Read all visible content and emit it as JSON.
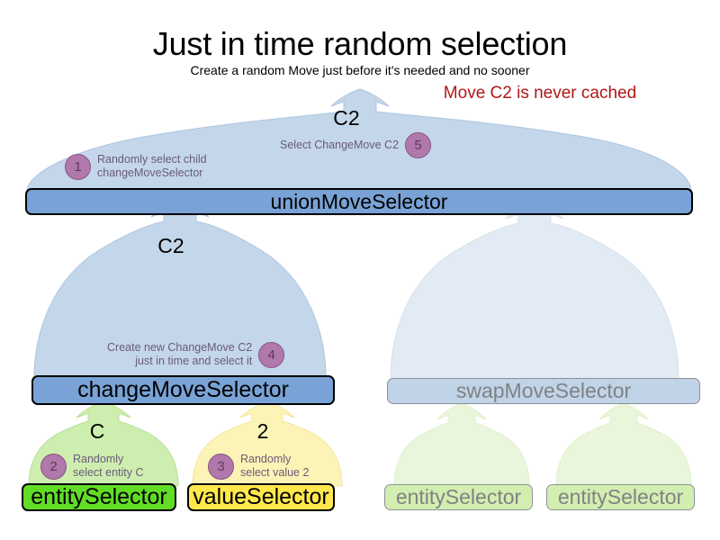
{
  "header": {
    "title": "Just in time random selection",
    "subtitle": "Create a random Move just before it's needed and no sooner",
    "note": "Move C2 is never cached",
    "note_color": "#b01717"
  },
  "diagram": {
    "nodes": {
      "union_move_selector": "unionMoveSelector",
      "change_move_selector": "changeMoveSelector",
      "swap_move_selector": "swapMoveSelector",
      "entity_selector_c": "entitySelector",
      "value_selector_2": "valueSelector",
      "entity_selector_right_1": "entitySelector",
      "entity_selector_right_2": "entitySelector"
    },
    "flow_labels": {
      "union_output": "C2",
      "change_output": "C2",
      "entity_output": "C",
      "value_output": "2"
    },
    "steps": [
      {
        "number": "1",
        "text": "Randomly select child\nchangeMoveSelector"
      },
      {
        "number": "2",
        "text": "Randomly\nselect entity C"
      },
      {
        "number": "3",
        "text": "Randomly\nselect value 2"
      },
      {
        "number": "4",
        "text": "Create new ChangeMove C2\njust in time and select it"
      },
      {
        "number": "5",
        "text": "Select ChangeMove C2"
      }
    ],
    "colors": {
      "active_blue": "#79a3d6",
      "active_green": "#62dd26",
      "active_yellow": "#ffe84e",
      "faded_blue": "#c0d3e7",
      "faded_green": "#d2eeb0",
      "arrow_blue": "#c3d6ea",
      "arrow_green": "#cdeeae",
      "arrow_yellow": "#fcf3b6",
      "badge": "#b178ab",
      "annotation_text": "#6b5b7b"
    }
  }
}
